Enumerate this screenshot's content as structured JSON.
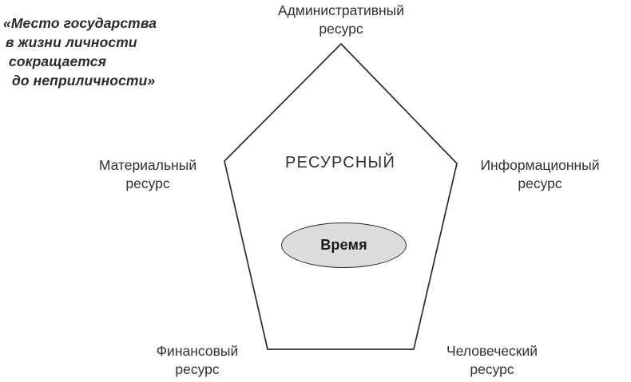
{
  "diagram": {
    "type": "pentagon-resource-diagram",
    "center_title": "РЕСУРСНЫЙ",
    "stroke_color": "#2b2b2b",
    "text_color": "#333132",
    "ellipse_fill": "#dcdcdc",
    "quote": {
      "lines": [
        "«Место государства",
        "в жизни личности",
        "сокращается",
        "до неприличности»"
      ]
    },
    "core": {
      "label": "Время"
    },
    "vertices": [
      {
        "id": "administrative",
        "line1": "Административный",
        "line2": "ресурс",
        "position": "top"
      },
      {
        "id": "material",
        "line1": "Материальный",
        "line2": "ресурс",
        "position": "left"
      },
      {
        "id": "informational",
        "line1": "Информационный",
        "line2": "ресурс",
        "position": "right"
      },
      {
        "id": "financial",
        "line1": "Финансовый",
        "line2": "ресурс",
        "position": "bottom-left"
      },
      {
        "id": "human",
        "line1": "Человеческий",
        "line2": "ресурс",
        "position": "bottom-right"
      }
    ]
  }
}
